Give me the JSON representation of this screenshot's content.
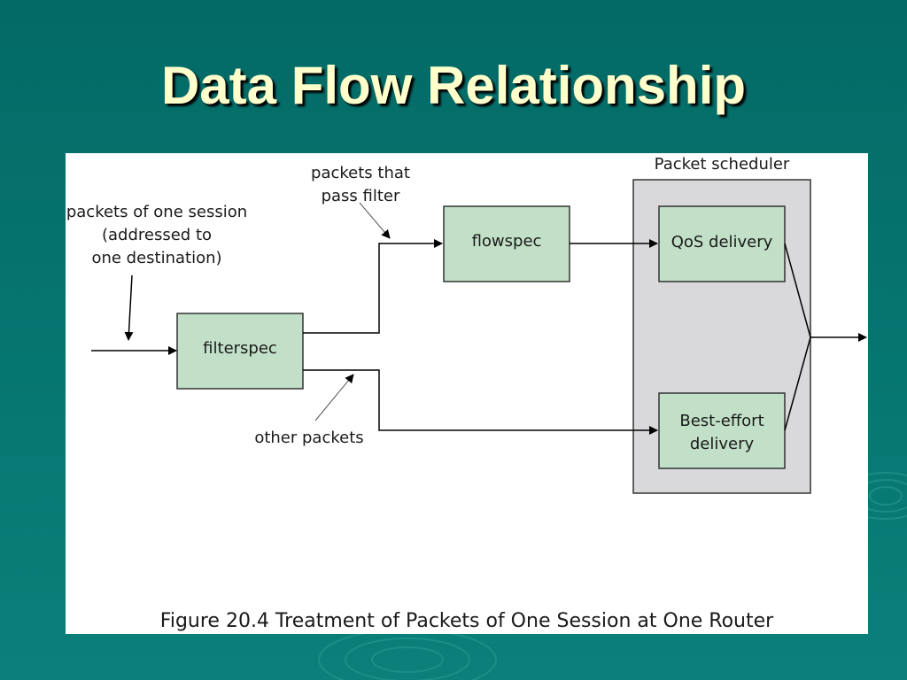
{
  "slide": {
    "title": "Data Flow Relationship"
  },
  "diagram": {
    "nodes": {
      "filterspec": "filterspec",
      "flowspec": "flowspec",
      "qos_delivery": "QoS delivery",
      "best_effort_line1": "Best-effort",
      "best_effort_line2": "delivery"
    },
    "group_label": "Packet scheduler",
    "annotations": {
      "session_line1": "packets of one session",
      "session_line2": "(addressed to",
      "session_line3": "one destination)",
      "pass_line1": "packets that",
      "pass_line2": "pass filter",
      "other": "other packets"
    },
    "caption": "Figure 20.4 Treatment of Packets of One Session at One Router"
  },
  "colors": {
    "background": "#067570",
    "title_text": "#ffffcc",
    "node_fill": "#c2e0c8",
    "scheduler_fill": "#d9d9db"
  }
}
